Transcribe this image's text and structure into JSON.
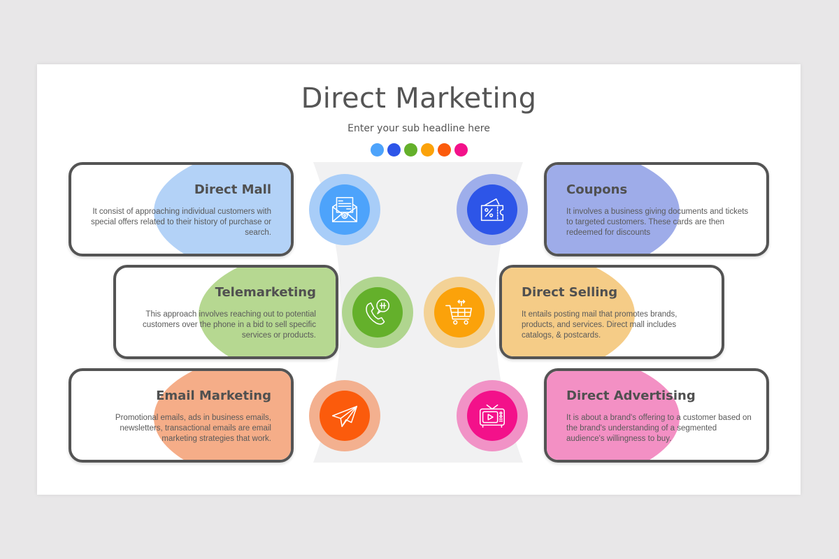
{
  "header": {
    "title": "Direct Marketing",
    "subtitle": "Enter your sub headline here"
  },
  "palette_dots": [
    "#4da3fb",
    "#2d55e8",
    "#64b02b",
    "#fba20a",
    "#fb5b0c",
    "#f3118a"
  ],
  "items": [
    {
      "id": "direct-mall",
      "side": "left",
      "title": "Direct Mall",
      "description": "It consist of approaching individual customers with special offers related to their history of purchase or search.",
      "icon": "mail-envelope-icon",
      "color": "#4da3fb",
      "blob_color": "#b3d2f7",
      "ring_color": "#a8cdf8"
    },
    {
      "id": "telemarketing",
      "side": "left",
      "title": "Telemarketing",
      "description": "This approach involves reaching out to potential customers over the phone in a bid to sell specific services or products.",
      "icon": "phone-call-icon",
      "color": "#64b02b",
      "blob_color": "#b6d891",
      "ring_color": "#b0d58f"
    },
    {
      "id": "email-marketing",
      "side": "left",
      "title": "Email Marketing",
      "description": "Promotional emails, ads in business emails, newsletters, transactional emails are email marketing strategies that work.",
      "icon": "paper-plane-icon",
      "color": "#fb5b0c",
      "blob_color": "#f5ad88",
      "ring_color": "#f3b08f"
    },
    {
      "id": "coupons",
      "side": "right",
      "title": "Coupons",
      "description": "It involves a business giving documents and tickets to targeted customers. These cards are then redeemed for discounts",
      "icon": "coupon-ticket-icon",
      "color": "#2d55e8",
      "blob_color": "#9eace9",
      "ring_color": "#9eaeeb"
    },
    {
      "id": "direct-selling",
      "side": "right",
      "title": "Direct Selling",
      "description": "It entails posting mail that promotes brands, products, and services. Direct mall includes catalogs, & postcards.",
      "icon": "shopping-cart-icon",
      "color": "#fba20a",
      "blob_color": "#f5cc87",
      "ring_color": "#f3d296"
    },
    {
      "id": "direct-advertising",
      "side": "right",
      "title": "Direct Advertising",
      "description": "It is about a brand's offering to a customer based on the brand's understanding of a segmented audience's willingness to buy.",
      "icon": "television-icon",
      "color": "#f3118a",
      "blob_color": "#f390c4",
      "ring_color": "#f192c6"
    }
  ]
}
